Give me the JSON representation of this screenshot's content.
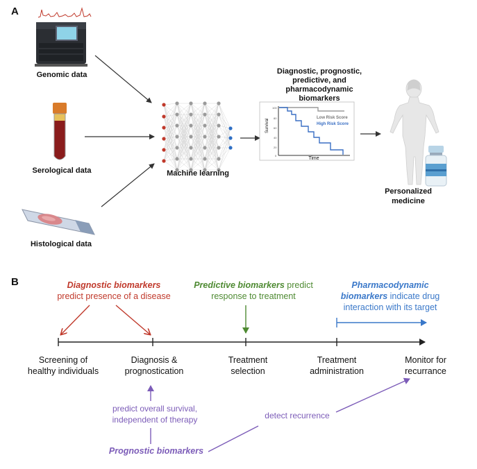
{
  "panel_a": {
    "letter": "A",
    "inputs": {
      "genomic": "Genomic data",
      "serological": "Serological data",
      "histological": "Histological data"
    },
    "machine_learning": "Machine learning",
    "biomarkers_title": [
      "Diagnostic, prognostic,",
      "predictive, and",
      "pharmacodynamic",
      "biomarkers"
    ],
    "km_plot": {
      "ylabel": "Survival",
      "xlabel": "Time",
      "legend_low": "Low Risk Score",
      "legend_high": "High Risk Score",
      "low_color": "#9a9a9a",
      "high_color": "#3a6fc4"
    },
    "personalized": [
      "Personalized",
      "medicine"
    ]
  },
  "panel_b": {
    "letter": "B",
    "diagnostic": {
      "strong": "Diagnostic biomarkers",
      "rest": "predict presence of a disease",
      "color": "#c0392b"
    },
    "predictive": {
      "strong": "Predictive biomarkers",
      "rest1": " predict",
      "rest2": "response to treatment",
      "color": "#4e8a32"
    },
    "pharmacodynamic": {
      "strong1": "Pharmacodynamic",
      "strong2": "biomarkers",
      "rest1": " indicate drug",
      "rest2": "interaction with its target",
      "color": "#3a78c9"
    },
    "timeline": [
      [
        "Screening of",
        "healthy individuals"
      ],
      [
        "Diagnosis &",
        "prognostication"
      ],
      [
        "Treatment",
        "selection"
      ],
      [
        "Treatment",
        "administration"
      ],
      [
        "Monitor for",
        "recurrance"
      ]
    ],
    "prognostic": {
      "strong": "Prognostic biomarkers",
      "survival": [
        "predict overall survival,",
        "independent of therapy"
      ],
      "recurrence": "detect recurrence",
      "color": "#7c5cb8"
    }
  }
}
